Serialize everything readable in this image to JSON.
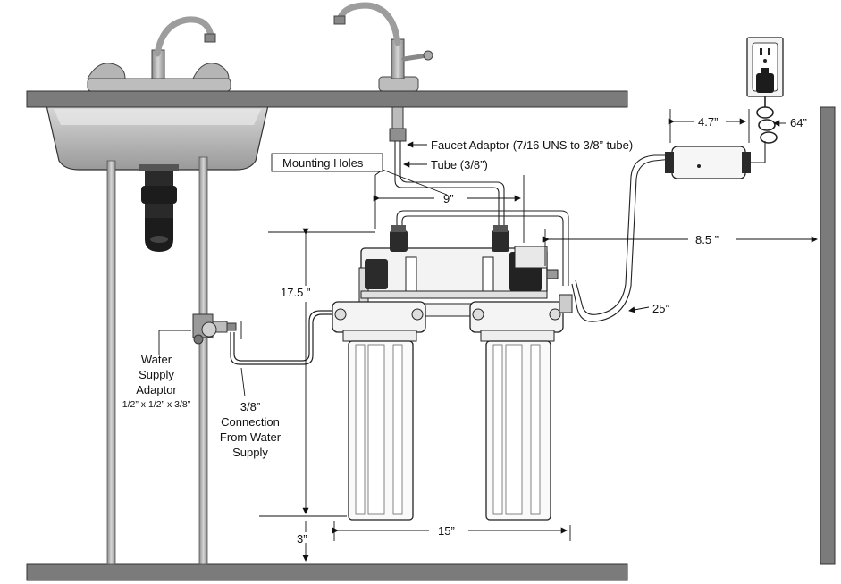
{
  "labels": {
    "faucet_adaptor": "Faucet Adaptor (7/16 UNS to 3/8” tube)",
    "tube": "Tube (3/8”)",
    "mounting_holes": "Mounting Holes",
    "dim_9": "9”",
    "dim_4_7": "4.7”",
    "dim_64": "64”",
    "dim_8_5": "8.5 ”",
    "dim_25": "25”",
    "dim_17_5": "17.5 \"",
    "dim_3": "3”",
    "dim_15": "15”",
    "water_supply_adaptor": [
      "Water",
      "Supply",
      "Adaptor"
    ],
    "water_supply_adaptor_size": "1/2” x 1/2” x 3/8”",
    "connection": [
      "3/8”",
      "Connection",
      "From Water",
      "Supply"
    ]
  },
  "colors": {
    "counter": "#7b7b7b",
    "metal": "#a9a9a9",
    "housing": "#f2f2f2",
    "outline": "#1a1a1a",
    "black": "#1c1c1c"
  }
}
